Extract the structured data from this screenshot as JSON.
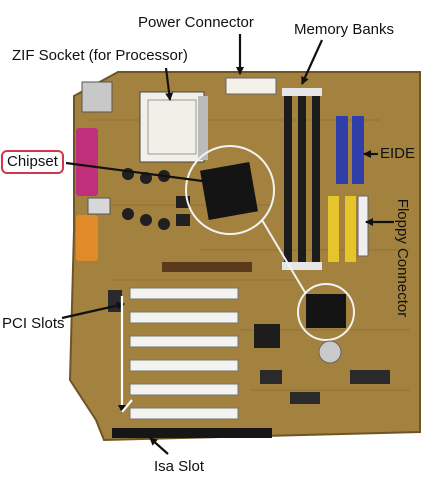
{
  "labels": {
    "power_connector": "Power Connector",
    "memory_banks": "Memory Banks",
    "zif_socket": "ZIF Socket (for Processor)",
    "chipset": "Chipset",
    "eide": "EIDE",
    "floppy_connector": "Floppy Connector",
    "pci_slots": "PCI Slots",
    "isa_slot": "Isa Slot"
  },
  "colors": {
    "board": "#a2823e",
    "board_dark": "#6e5524",
    "slot_white": "#f2f2ee",
    "memory_slot": "#1c1c1c",
    "eide_connector": "#2f3ea8",
    "floppy_connector": "#e5c42c",
    "chip_black": "#141414",
    "port_magenta": "#c0307a",
    "port_orange": "#e08a2a",
    "chipset_highlight": "#d0384f",
    "arrow": "#111111"
  }
}
